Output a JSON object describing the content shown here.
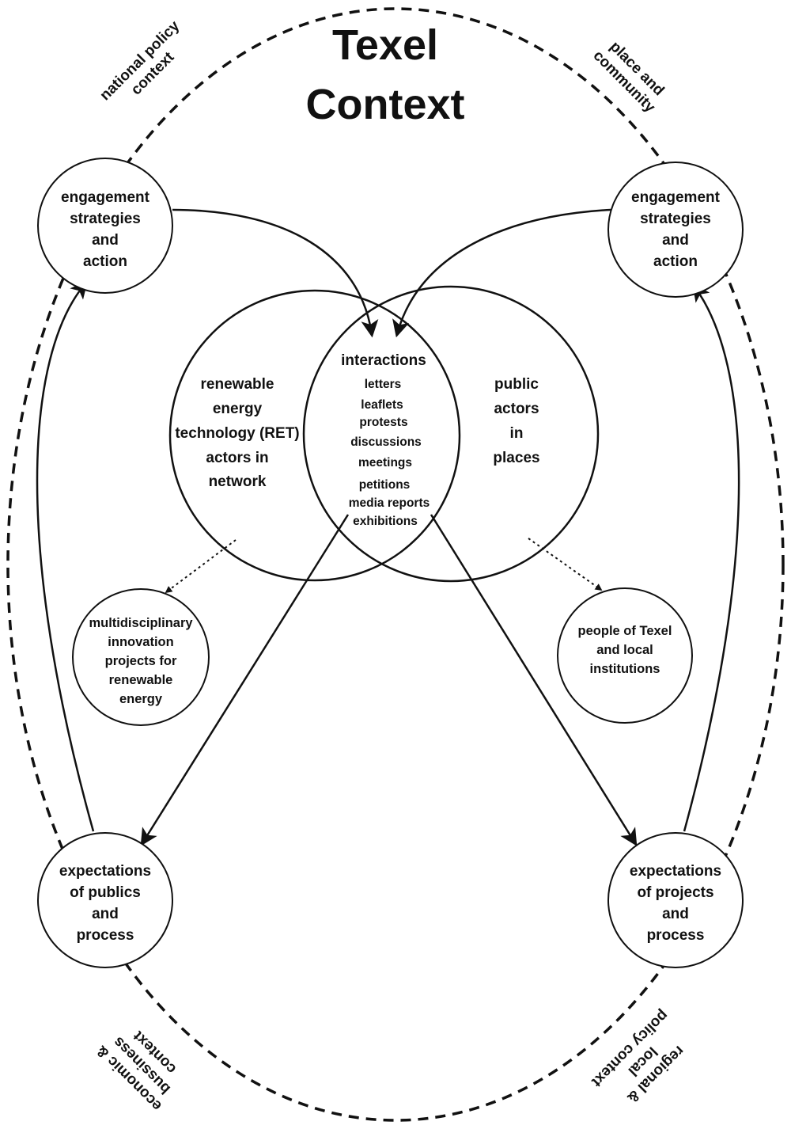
{
  "title": {
    "line1": "Texel",
    "line2": "Context"
  },
  "context_labels": {
    "top_left": [
      "national policy",
      "context"
    ],
    "top_right": [
      "place and",
      "community"
    ],
    "bottom_left": [
      "economic &",
      "bussiness",
      "context"
    ],
    "bottom_right": [
      "regional &",
      "local",
      "policy context"
    ]
  },
  "nodes": {
    "engagement_left": [
      "engagement",
      "strategies",
      "and",
      "action"
    ],
    "engagement_right": [
      "engagement",
      "strategies",
      "and",
      "action"
    ],
    "expectations_publics": [
      "expectations",
      "of publics",
      "and",
      "process"
    ],
    "expectations_projects": [
      "expectations",
      "of projects",
      "and",
      "process"
    ],
    "multidisciplinary": [
      "multidisciplinary",
      "innovation",
      "projects for",
      "renewable",
      "energy"
    ],
    "people_texel": [
      "people of Texel",
      "and local",
      "institutions"
    ]
  },
  "venn": {
    "left": [
      "renewable",
      "energy",
      "technology (RET)",
      "actors in",
      "network"
    ],
    "right": [
      "public",
      "actors",
      "in",
      "places"
    ],
    "overlap_title": "interactions",
    "overlap_items": [
      "letters",
      "leaflets",
      "protests",
      "discussions",
      "meetings",
      "petitions",
      "media reports",
      "exhibitions"
    ]
  }
}
